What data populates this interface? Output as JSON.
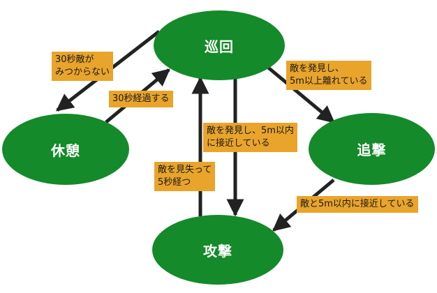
{
  "colors": {
    "node_fill": "#148a2a",
    "node_text": "#ffffff",
    "label_fill": "#e9a42c",
    "label_text": "#1a1a1a",
    "edge": "#222222"
  },
  "nodes": {
    "patrol": "巡回",
    "rest": "休憩",
    "chase": "追撃",
    "attack": "攻撃"
  },
  "edges": {
    "patrol_to_rest": [
      "30秒敵が",
      "みつからない"
    ],
    "rest_to_patrol": [
      "30秒経過する"
    ],
    "patrol_to_chase": [
      "敵を発見し、",
      "5m以上離れている"
    ],
    "patrol_to_attack": [
      "敵を発見し、5m以内",
      "に接近している"
    ],
    "attack_to_patrol": [
      "敵を見失って",
      "5秒経つ"
    ],
    "chase_to_attack": [
      "敵と5m以内に接近している"
    ]
  }
}
